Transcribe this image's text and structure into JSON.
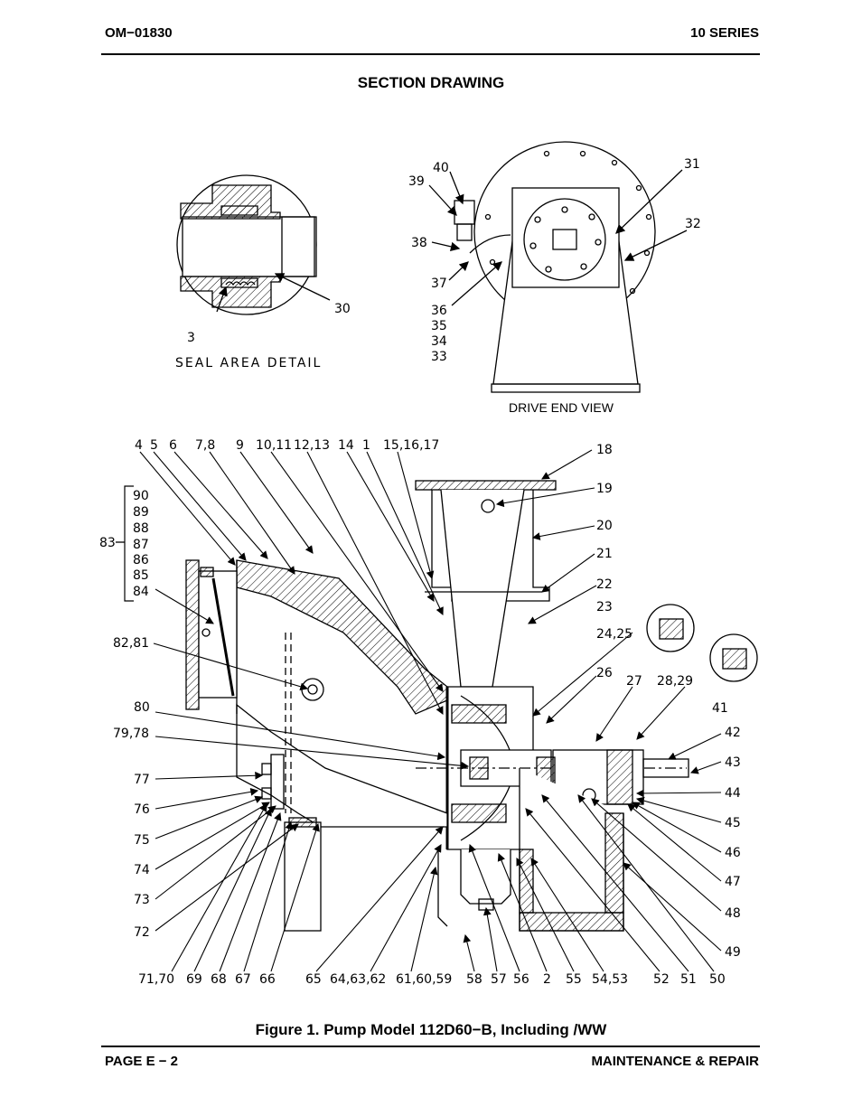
{
  "header": {
    "doc_number": "OM−01830",
    "series": "10 SERIES"
  },
  "section_title": "SECTION DRAWING",
  "drawing": {
    "seal_callouts": [
      "3",
      "30"
    ],
    "seal_caption": "SEAL AREA DETAIL",
    "drive_callouts": [
      "40",
      "39",
      "38",
      "37",
      "36",
      "35",
      "34",
      "33",
      "31",
      "32"
    ],
    "drive_caption": "DRIVE END VIEW",
    "top_callouts": [
      "4",
      "5",
      "6",
      "7,8",
      "9",
      "10,11",
      "12,13",
      "14",
      "1",
      "15,16,17"
    ],
    "bracket_callouts": [
      "90",
      "89",
      "88",
      "87",
      "86",
      "85",
      "84"
    ],
    "bracket_main": "83",
    "left_callouts": [
      "82,81",
      "80",
      "79,78",
      "77",
      "76",
      "75",
      "74",
      "73",
      "72"
    ],
    "right_callouts": [
      "18",
      "19",
      "20",
      "21",
      "22",
      "23",
      "24,25",
      "26",
      "27",
      "28,29",
      "41",
      "42",
      "43",
      "44",
      "45",
      "46",
      "47",
      "48",
      "49"
    ],
    "bottom_callouts": [
      "71,70",
      "69",
      "68",
      "67",
      "66",
      "65",
      "64,63,62",
      "61,60,59",
      "58",
      "57",
      "56",
      "2",
      "55",
      "54,53",
      "52",
      "51",
      "50"
    ]
  },
  "figure_caption": "Figure 1.  Pump Model 112D60−B, Including /WW",
  "footer": {
    "page": "PAGE E − 2",
    "section": "MAINTENANCE & REPAIR"
  }
}
